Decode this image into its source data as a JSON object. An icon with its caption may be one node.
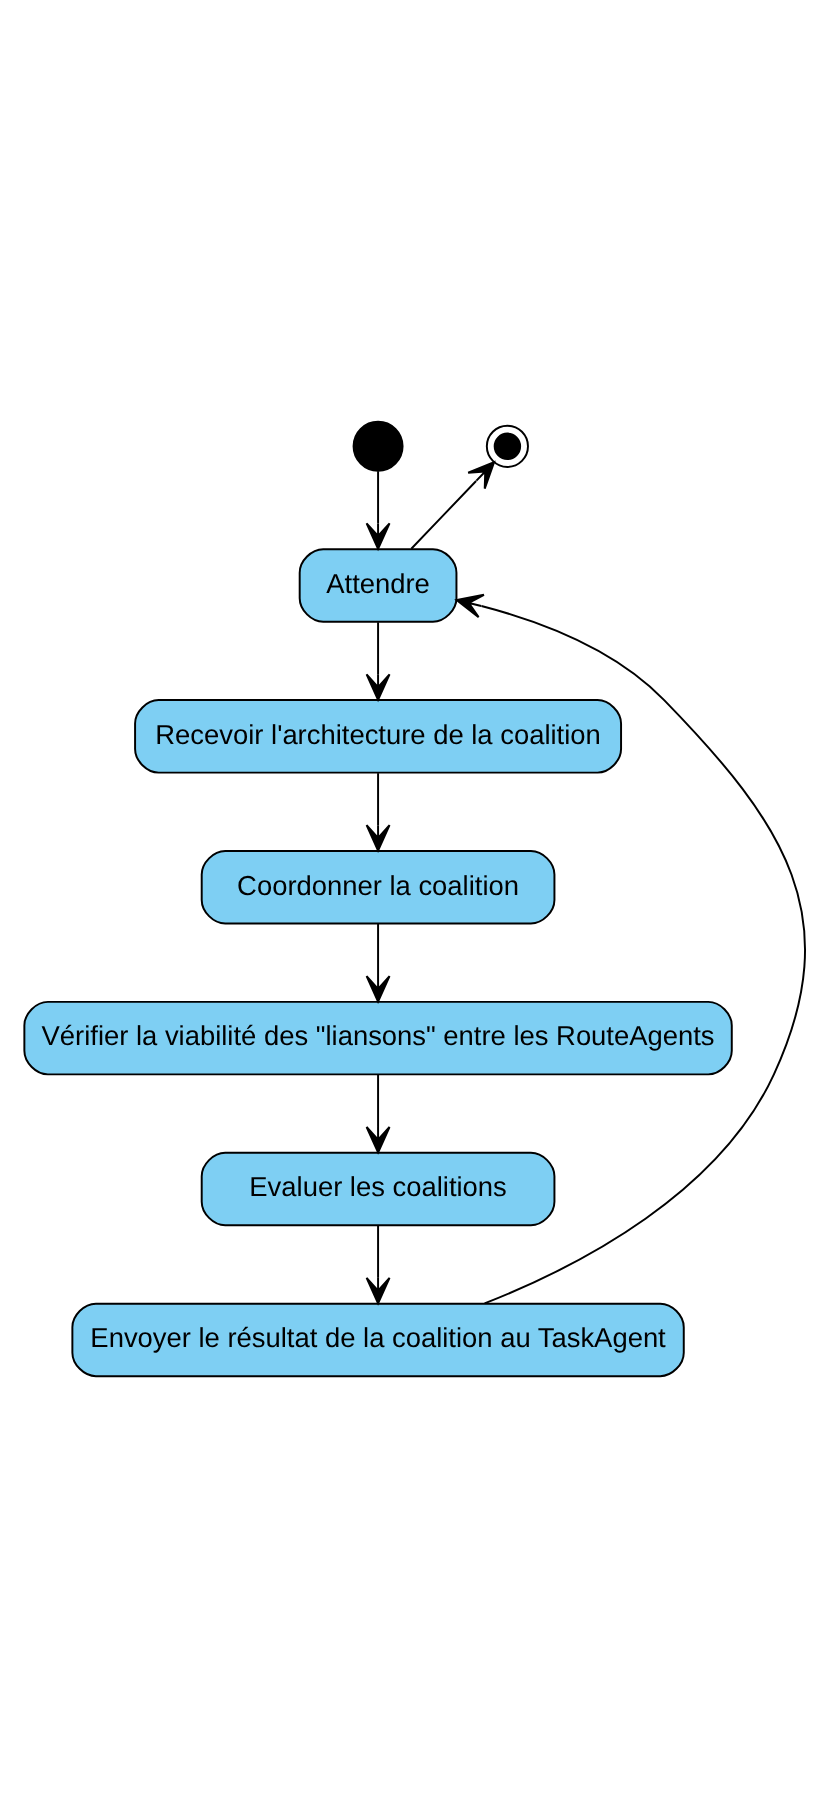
{
  "diagram": {
    "nodes": [
      {
        "text": [],
        "shape": "circle"
      },
      {
        "text": [],
        "shape": "bullseye"
      },
      {
        "text": [
          "Attendre"
        ]
      },
      {
        "text": [
          "Recevoir l'architecture de la coalition"
        ]
      },
      {
        "text": [
          "Coordonner la coalition"
        ]
      },
      {
        "text": [
          "Vérifier la viabilité des \"liansons\" entre les RouteAgents"
        ]
      },
      {
        "text": [
          "Evaluer les coalitions"
        ]
      },
      {
        "text": [
          "Envoyer le résultat de la coalition au TaskAgent"
        ]
      }
    ],
    "edges": [
      {
        "from": 0,
        "to": 2,
        "arrow": "to"
      },
      {
        "from": 2,
        "to": 1,
        "arrow": "to"
      },
      {
        "from": 2,
        "to": 3,
        "arrow": "to"
      },
      {
        "from": 3,
        "to": 4,
        "arrow": "to"
      },
      {
        "from": 4,
        "to": 5,
        "arrow": "to"
      },
      {
        "from": 5,
        "to": 6,
        "arrow": "to"
      },
      {
        "from": 6,
        "to": 7,
        "arrow": "to"
      },
      {
        "from": 7,
        "to": 2,
        "arrow": "to"
      }
    ]
  }
}
